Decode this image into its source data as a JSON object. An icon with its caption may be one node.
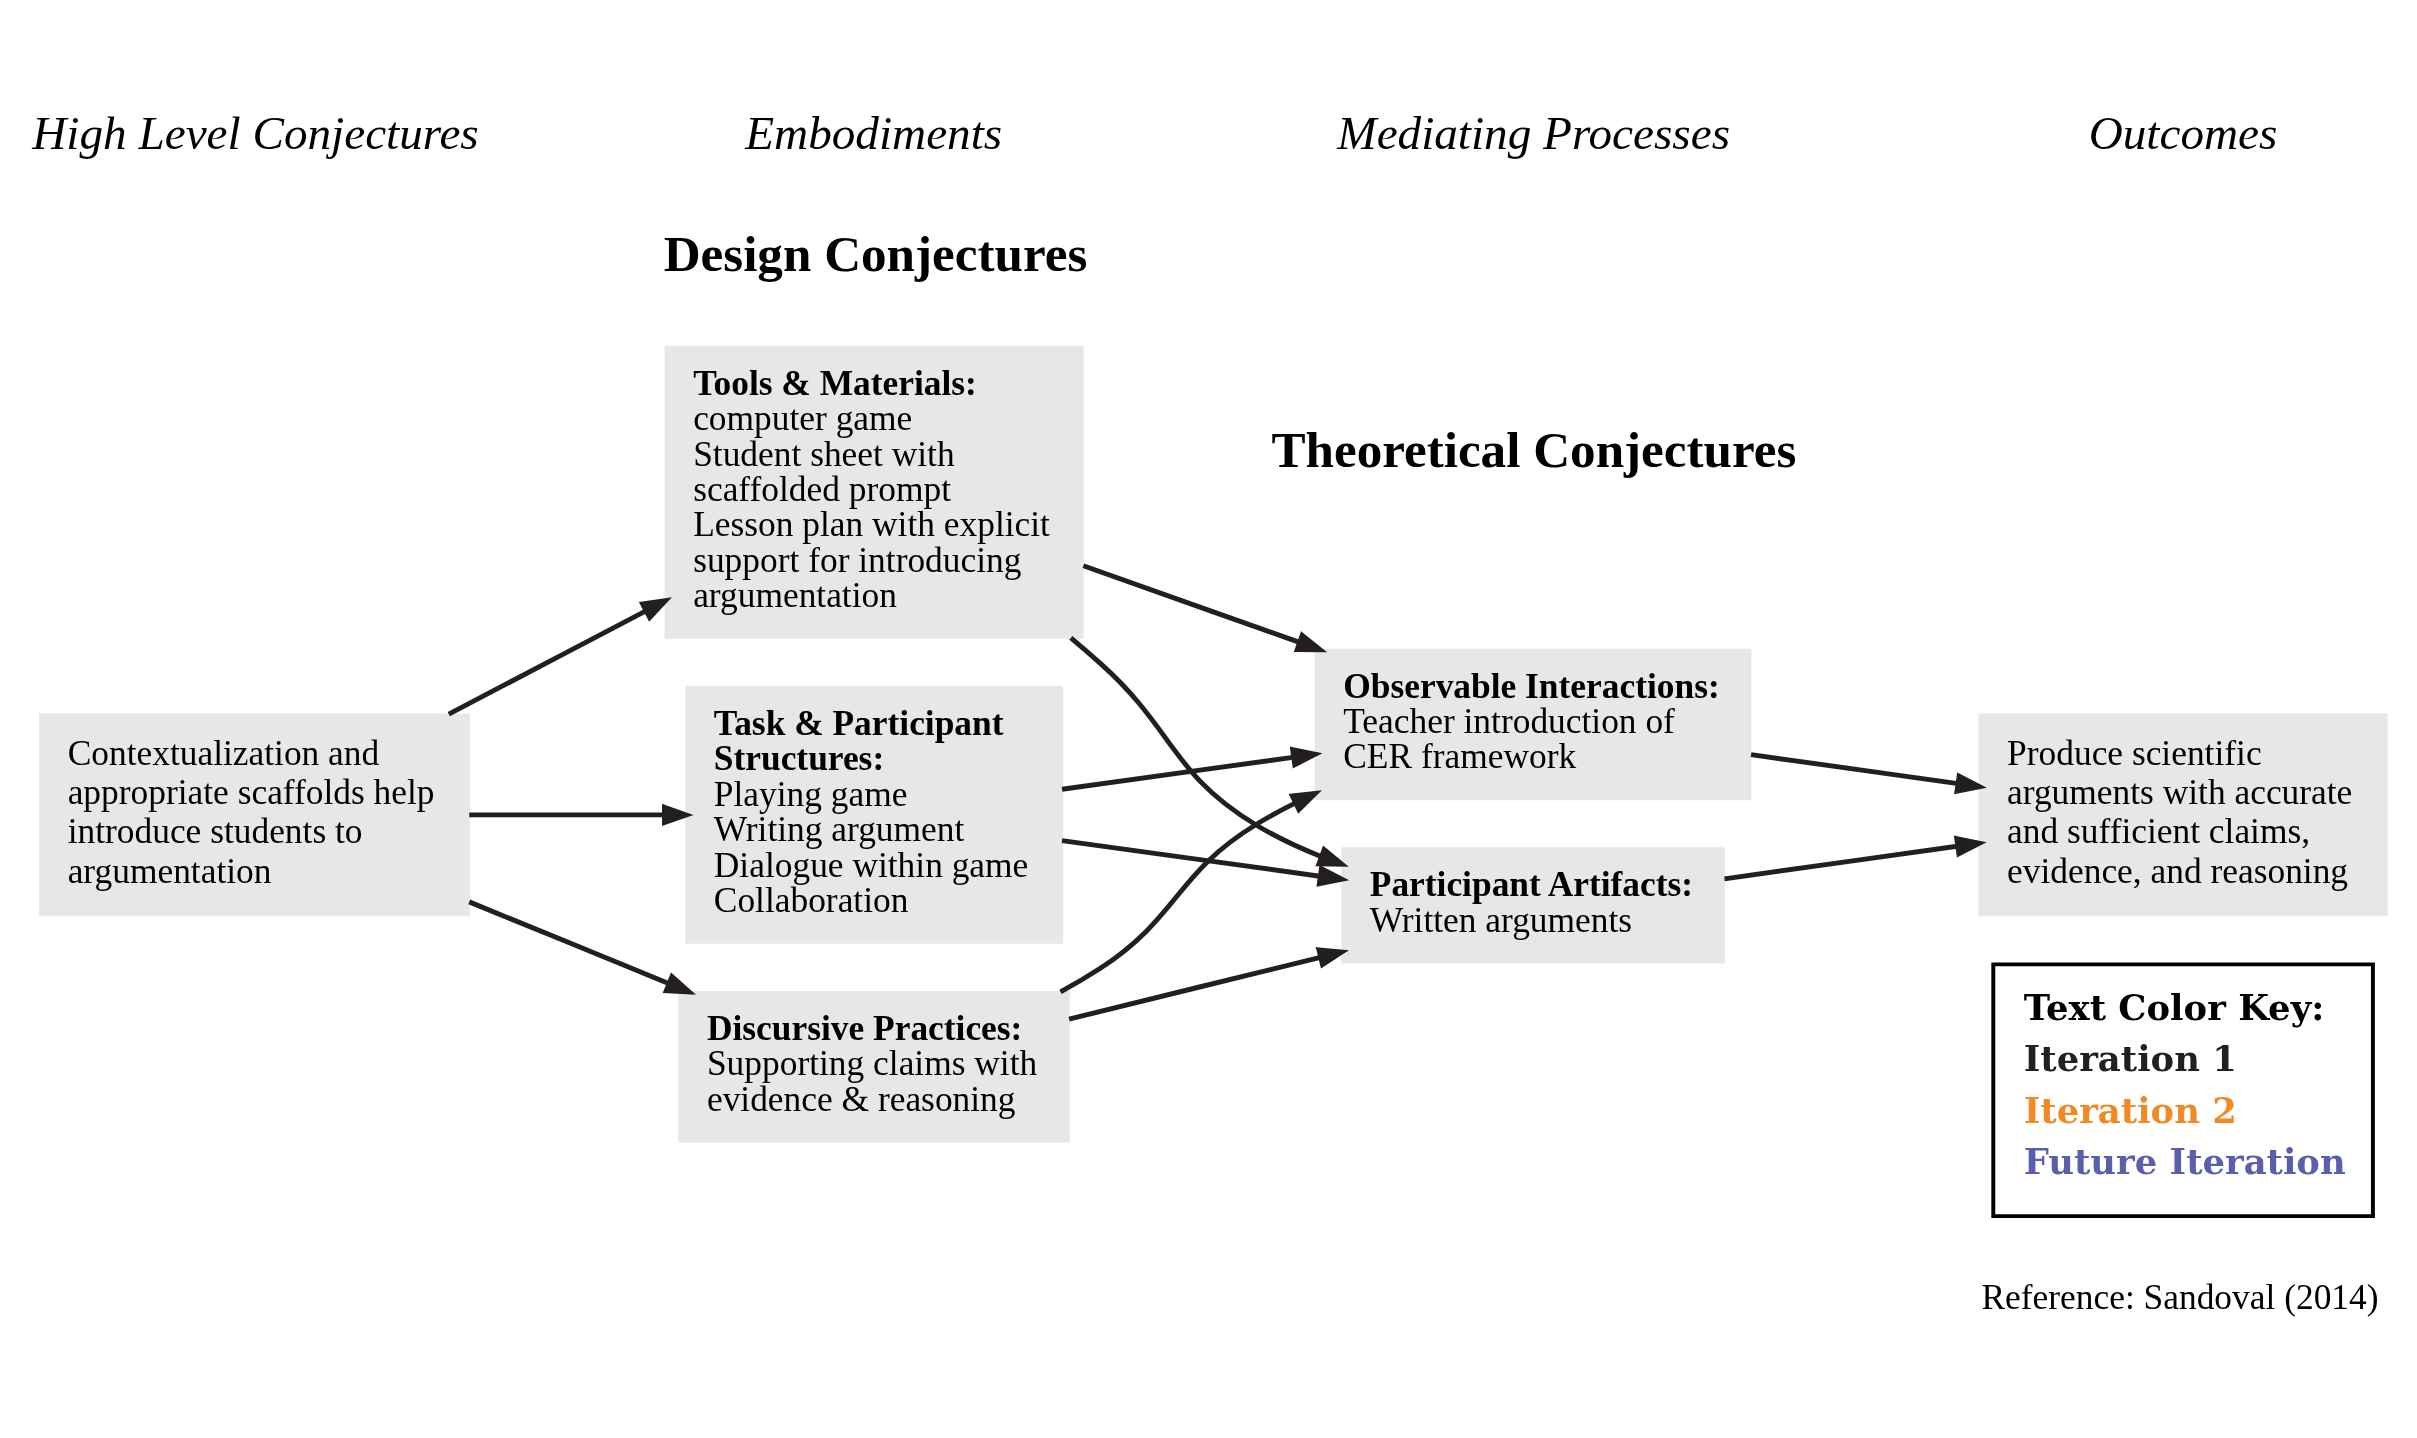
{
  "diagram": {
    "nodes": [
      {
        "text": [
          "Contextualization and appropriate scaffolds help introduce students to argumentation"
        ]
      },
      {
        "text": [
          "Tools & Materials:",
          "computer game",
          "Student sheet with scaffolded prompt",
          "Lesson plan with explicit support for introducing argumentation"
        ]
      },
      {
        "text": [
          "Task & Participant Structures:",
          "Playing game",
          "Writing argument",
          "Dialogue within game",
          "Collaboration"
        ]
      },
      {
        "text": [
          "Discursive Practices:",
          "Supporting claims with evidence & reasoning"
        ]
      },
      {
        "text": [
          "Observable Interactions:",
          "Teacher introduction of CER framework"
        ]
      },
      {
        "text": [
          "Participant Artifacts:",
          "Written arguments"
        ]
      },
      {
        "text": [
          "Produce scientific arguments with accurate and sufficient claims, evidence, and reasoning"
        ]
      }
    ],
    "edges": [
      {
        "from": 0,
        "to": 1,
        "arrow": "to"
      },
      {
        "from": 0,
        "to": 2,
        "arrow": "to"
      },
      {
        "from": 0,
        "to": 3,
        "arrow": "to"
      },
      {
        "from": 1,
        "to": 4,
        "arrow": "to"
      },
      {
        "from": 1,
        "to": 5,
        "arrow": "to"
      },
      {
        "from": 2,
        "to": 4,
        "arrow": "to"
      },
      {
        "from": 2,
        "to": 5,
        "arrow": "to"
      },
      {
        "from": 3,
        "to": 4,
        "arrow": "to"
      },
      {
        "from": 3,
        "to": 5,
        "arrow": "to"
      },
      {
        "from": 4,
        "to": 6,
        "arrow": "to"
      },
      {
        "from": 5,
        "to": 6,
        "arrow": "to"
      }
    ],
    "labels": [
      "Design Conjectures",
      "Theoretical Conjectures",
      "High Level Conjectures",
      "Embodiments",
      "Mediating Processes",
      "Outcomes",
      "Text Color Key:",
      "Reference: Sandoval (2014)"
    ],
    "legend": [
      {
        "text": "Iteration 1",
        "color": "#231f20"
      },
      {
        "text": "Iteration 2",
        "color": "#f08a24"
      },
      {
        "text": "Future Iteration",
        "color": "#5a5fad"
      }
    ]
  }
}
